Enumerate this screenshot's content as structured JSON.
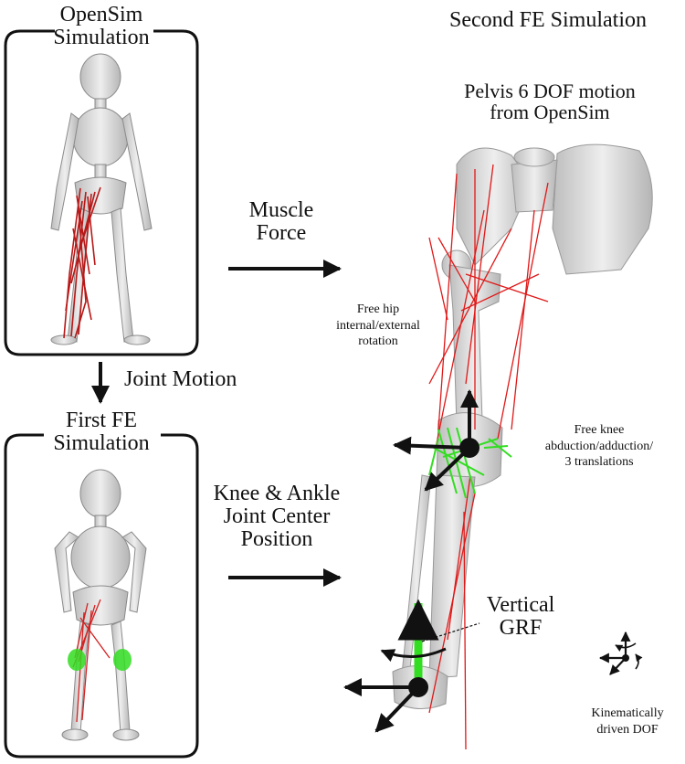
{
  "panels": {
    "opensim": {
      "title_line1": "OpenSim",
      "title_line2": "Simulation"
    },
    "first_fe": {
      "title_line1": "First FE",
      "title_line2": "Simulation"
    },
    "second_fe": {
      "title": "Second FE Simulation"
    }
  },
  "arrows": {
    "muscle_force": {
      "line1": "Muscle",
      "line2": "Force"
    },
    "joint_motion": {
      "label": "Joint Motion"
    },
    "joint_center": {
      "line1": "Knee & Ankle",
      "line2": "Joint Center",
      "line3": "Position"
    }
  },
  "annotations": {
    "pelvis": {
      "line1": "Pelvis 6 DOF motion",
      "line2": "from OpenSim"
    },
    "free_hip": {
      "line1": "Free hip",
      "line2": "internal/external",
      "line3": "rotation"
    },
    "free_knee": {
      "line1": "Free knee",
      "line2": "abduction/adduction/",
      "line3": "3 translations"
    },
    "grf": {
      "line1": "Vertical",
      "line2": "GRF"
    },
    "legend": {
      "line1": "Kinematically",
      "line2": "driven DOF"
    }
  },
  "colors": {
    "muscle_red": "#d42020",
    "ligament_green": "#33dd22",
    "bone": "#d8d8d8",
    "frame": "#111111"
  }
}
